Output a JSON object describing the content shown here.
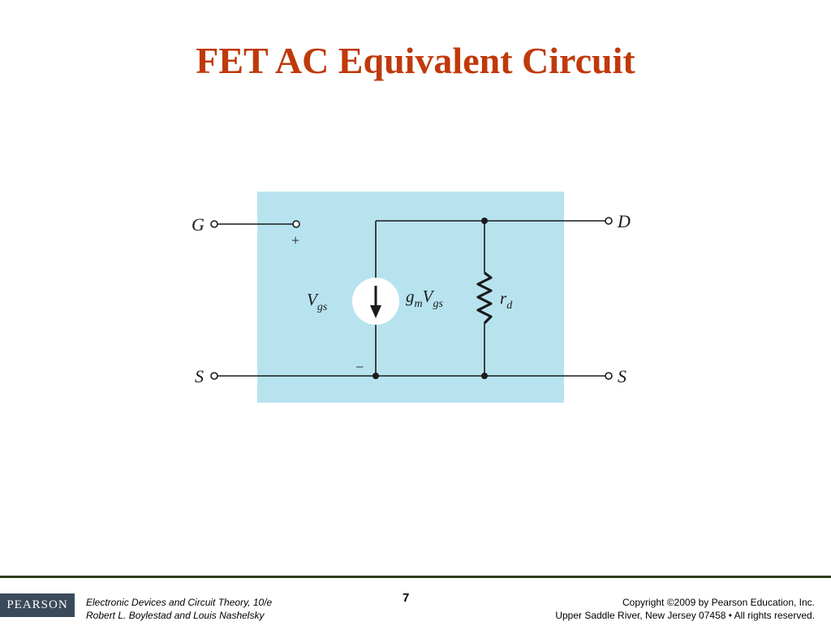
{
  "slide": {
    "title": "FET AC Equivalent Circuit",
    "page_number": "7"
  },
  "circuit": {
    "gate_label": "G",
    "source_left_label": "S",
    "drain_label": "D",
    "source_right_label": "S",
    "plus_sign": "+",
    "minus_sign": "−",
    "vgs_main": "V",
    "vgs_sub": "gs",
    "gm_main": "g",
    "gm_sub": "m",
    "gm_v_main": "V",
    "gm_v_sub": "gs",
    "rd_main": "r",
    "rd_sub": "d",
    "background_color": "#b7e3ef"
  },
  "footer": {
    "logo_text": "PEARSON",
    "book_line1": "Electronic Devices and Circuit Theory, 10/e",
    "book_line2": "Robert L. Boylestad and Louis Nashelsky",
    "copyright_line1": "Copyright ©2009 by Pearson Education, Inc.",
    "copyright_line2": "Upper Saddle River, New Jersey 07458 • All rights reserved."
  }
}
